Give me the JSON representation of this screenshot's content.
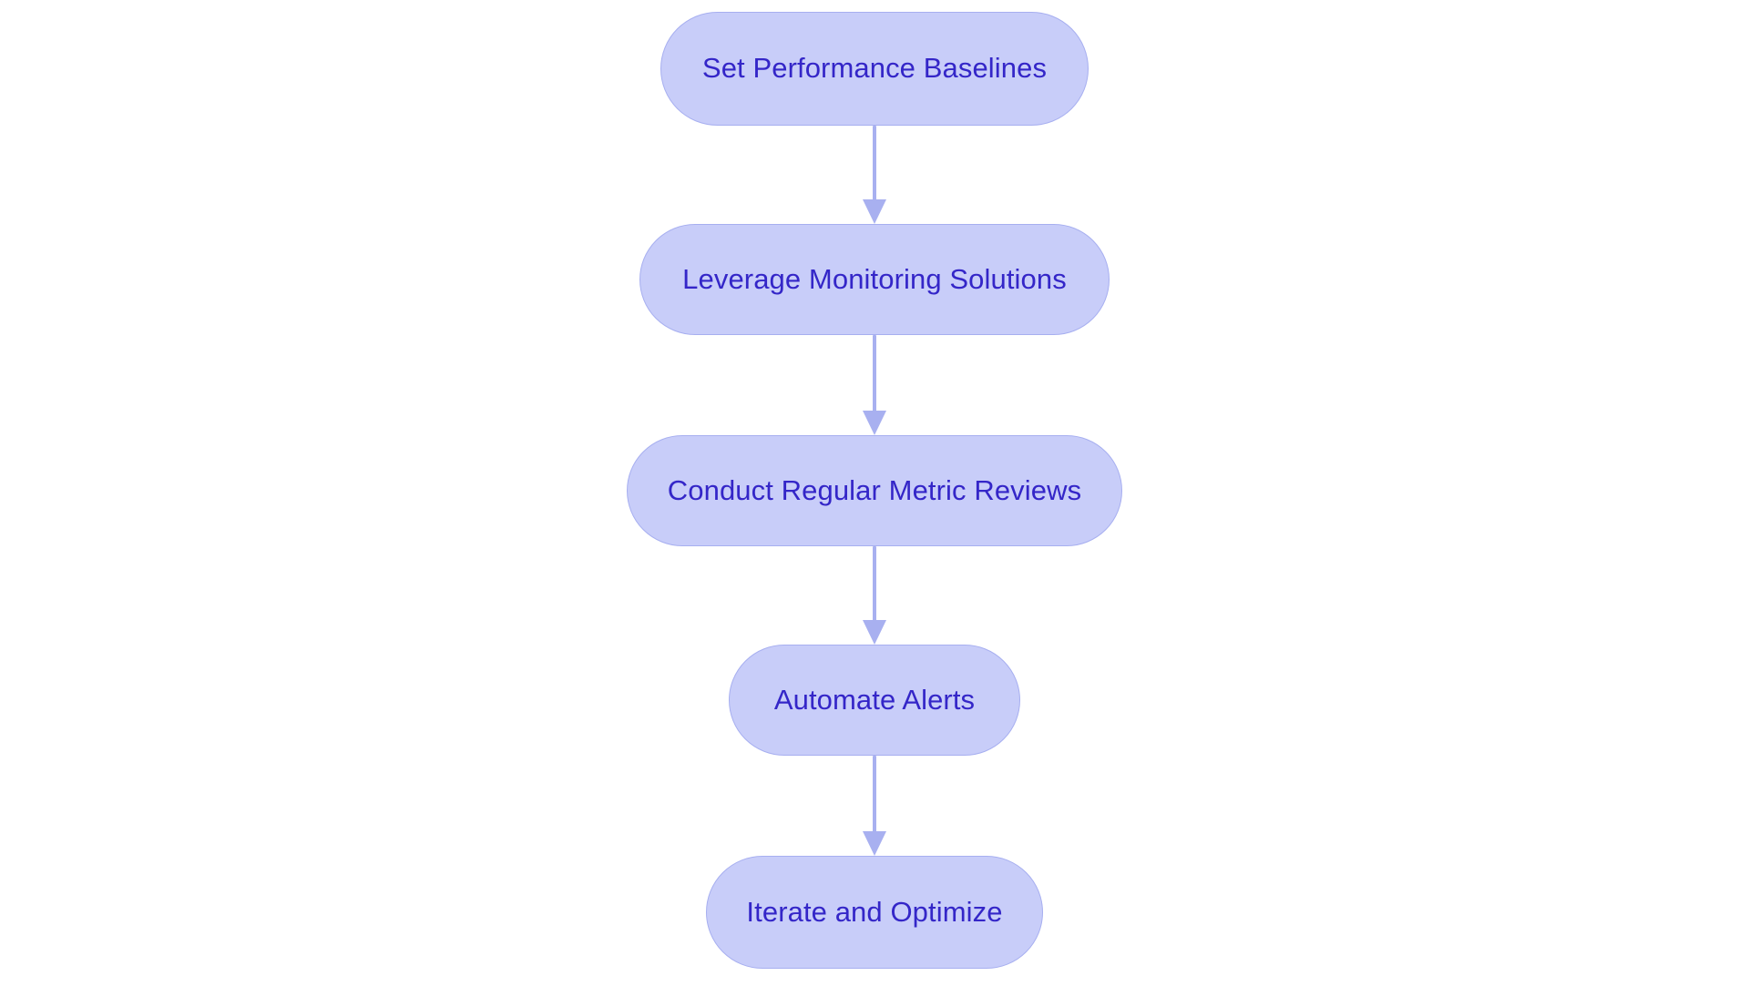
{
  "diagram": {
    "type": "flowchart",
    "orientation": "top-to-bottom",
    "background_color": "#ffffff",
    "node_fill_color": "#c8cdf9",
    "node_border_color": "#a7aff0",
    "node_text_color": "#3426c8",
    "connector_color": "#a8b0f0",
    "node_shape": "stadium",
    "nodes": [
      {
        "id": "n0",
        "label": "Set Performance Baselines"
      },
      {
        "id": "n1",
        "label": "Leverage Monitoring Solutions"
      },
      {
        "id": "n2",
        "label": "Conduct Regular Metric Reviews"
      },
      {
        "id": "n3",
        "label": "Automate Alerts"
      },
      {
        "id": "n4",
        "label": "Iterate and Optimize"
      }
    ],
    "edges": [
      {
        "id": "e0",
        "from": "n0",
        "to": "n1",
        "label": "",
        "arrow": "down-arrow-icon"
      },
      {
        "id": "e1",
        "from": "n1",
        "to": "n2",
        "label": "",
        "arrow": "down-arrow-icon"
      },
      {
        "id": "e2",
        "from": "n2",
        "to": "n3",
        "label": "",
        "arrow": "down-arrow-icon"
      },
      {
        "id": "e3",
        "from": "n3",
        "to": "n4",
        "label": "",
        "arrow": "down-arrow-icon"
      }
    ]
  }
}
